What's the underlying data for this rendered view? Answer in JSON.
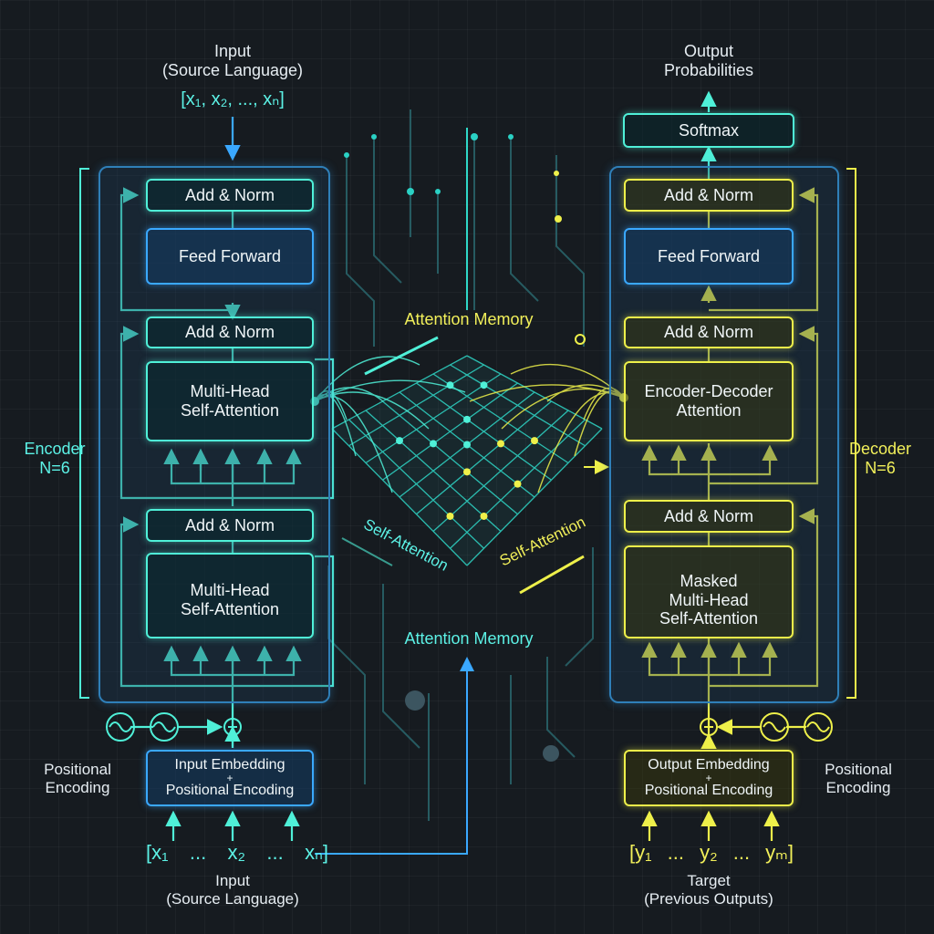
{
  "encoder": {
    "input_top": {
      "line1": "Input",
      "line2": "(Source Language)",
      "vector": "[x₁, x₂, ..., xₙ]"
    },
    "side_label": {
      "line1": "Encoder",
      "line2": "N=6"
    },
    "add_norm_top": "Add & Norm",
    "feed_forward": "Feed Forward",
    "add_norm_mid": "Add & Norm",
    "self_attention_1": {
      "line1": "Multi-Head",
      "line2": "Self-Attention"
    },
    "add_norm_low": "Add & Norm",
    "self_attention_2": {
      "line1": "Multi-Head",
      "line2": "Self-Attention"
    },
    "embedding": {
      "line1": "Input Embedding",
      "line2": "+",
      "line3": "Positional Encoding"
    },
    "positional_encoding": {
      "line1": "Positional",
      "line2": "Encoding"
    },
    "input_vector": [
      "[x₁",
      "...",
      "x₂",
      "...",
      "xₙ]"
    ],
    "input_bottom": {
      "line1": "Input",
      "line2": "(Source Language)"
    }
  },
  "decoder": {
    "output_top": {
      "line1": "Output",
      "line2": "Probabilities"
    },
    "softmax": "Softmax",
    "side_label": {
      "line1": "Decoder",
      "line2": "N=6"
    },
    "add_norm_top": "Add & Norm",
    "feed_forward": "Feed Forward",
    "add_norm_mid": "Add & Norm",
    "enc_dec_attention": {
      "line1": "Encoder-Decoder",
      "line2": "Attention"
    },
    "add_norm_low": "Add & Norm",
    "masked_attention": {
      "line1": "Masked",
      "line2": "Multi-Head",
      "line3": "Self-Attention"
    },
    "embedding": {
      "line1": "Output Embedding",
      "line2": "+",
      "line3": "Positional Encoding"
    },
    "positional_encoding": {
      "line1": "Positional",
      "line2": "Encoding"
    },
    "target_vector": [
      "[y₁",
      "...",
      "y₂",
      "...",
      "yₘ]"
    ],
    "target_bottom": {
      "line1": "Target",
      "line2": "(Previous Outputs)"
    }
  },
  "center": {
    "attention_memory_top": "Attention Memory",
    "attention_memory_bottom": "Attention Memory",
    "self_attention_left": "Self-Attention",
    "self_attention_right": "Self-Attention"
  },
  "colors": {
    "cyan": "#4ff0d8",
    "blue": "#3aa8ff",
    "yellow": "#eef04a",
    "background": "#161b20"
  }
}
